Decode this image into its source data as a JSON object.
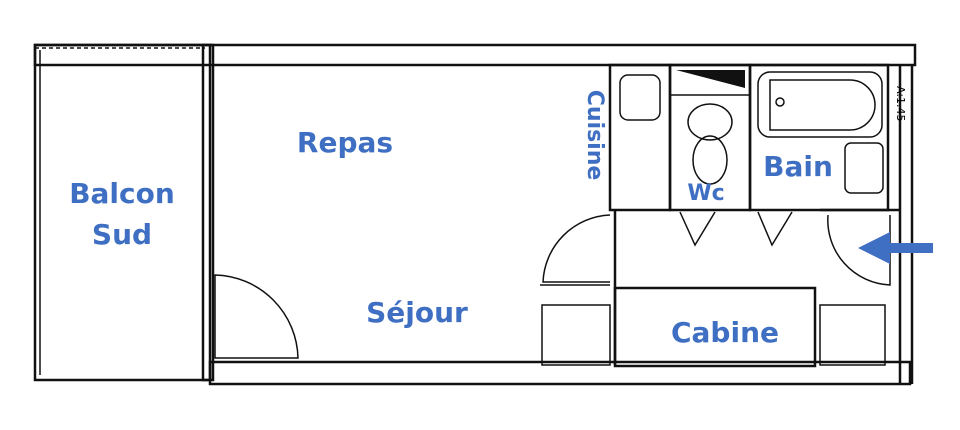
{
  "rooms": {
    "balcon_line1": "Balcon",
    "balcon_line2": "Sud",
    "repas": "Repas",
    "sejour": "Séjour",
    "cuisine": "Cuisine",
    "wc": "Wc",
    "bain": "Bain",
    "cabine": "Cabine"
  },
  "annotation": "A:1.45",
  "colors": {
    "label": "#3f6fc2",
    "arrow": "#3f6fc2",
    "walls": "#111111"
  },
  "entrance_arrow": "arrow-left-icon"
}
